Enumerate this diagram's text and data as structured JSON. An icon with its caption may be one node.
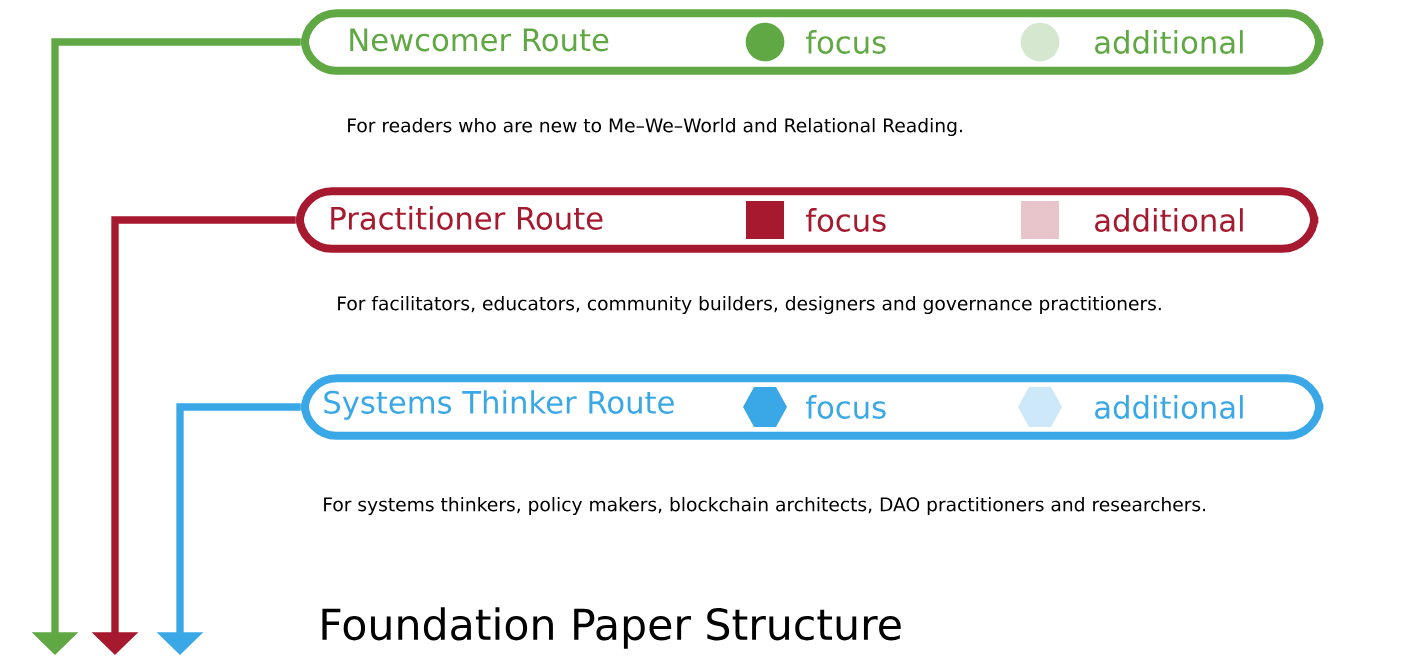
{
  "diagram": {
    "title": "Foundation Paper Structure",
    "nodes": [
      {
        "text": [
          "Newcomer Route"
        ],
        "beside": [
          "For readers who are new to Me–We–World and Relational Reading."
        ]
      },
      {
        "text": [
          "Practitioner Route"
        ],
        "beside": [
          "For facilitators, educators, community builders, designers and governance practitioners."
        ]
      },
      {
        "text": [
          "Systems Thinker Route"
        ],
        "beside": [
          "For systems thinkers, policy makers, blockchain architects, DAO practitioners and researchers."
        ]
      }
    ],
    "edges": [
      {
        "from": 0,
        "to": null,
        "arrow": "to",
        "color": "#5fa843"
      },
      {
        "from": 1,
        "to": null,
        "arrow": "to",
        "color": "#a6192e"
      },
      {
        "from": 2,
        "to": null,
        "arrow": "to",
        "color": "#3aa8e6"
      }
    ],
    "legend": [
      {
        "text": "focus",
        "color": "#5fa843"
      },
      {
        "text": "additional",
        "color": "#d5e8cf"
      },
      {
        "text": "focus",
        "color": "#a6192e"
      },
      {
        "text": "additional",
        "color": "#e8c5cb"
      },
      {
        "text": "focus",
        "color": "#3aa8e6"
      },
      {
        "text": "additional",
        "color": "#cde8f8"
      }
    ]
  }
}
